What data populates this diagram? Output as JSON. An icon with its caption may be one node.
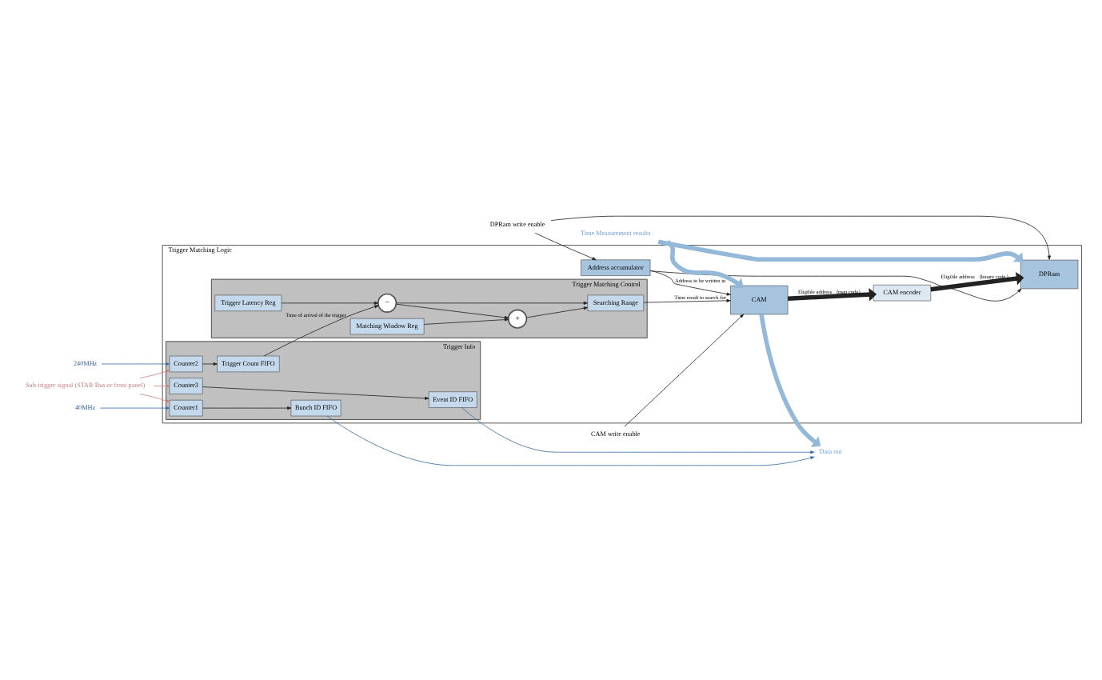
{
  "diagram": {
    "nodes": [
      {
        "text": [
          "Trigger Matching Logic"
        ]
      },
      {
        "text": [
          "Address accumulator"
        ],
        "in": 0
      },
      {
        "text": [
          "DPRam"
        ],
        "in": 0
      },
      {
        "text": [
          "Trigger Info"
        ],
        "in": 0
      },
      {
        "text": [
          "Counter1"
        ],
        "in": 3
      },
      {
        "text": [
          "Bunch ID FIFO"
        ],
        "in": 3
      },
      {
        "text": [
          "Counter2"
        ],
        "in": 3
      },
      {
        "text": [
          "Trigger Count FIFO"
        ],
        "in": 3
      },
      {
        "text": [
          "Counter3"
        ],
        "in": 3
      },
      {
        "text": [
          "Event ID FIFO"
        ],
        "in": 3
      },
      {
        "text": [
          "Trigger Matching Control"
        ],
        "in": 0
      },
      {
        "text": [
          "Searching Range"
        ],
        "in": 10
      },
      {
        "text": [
          "+"
        ],
        "in": 10
      },
      {
        "text": [
          "−"
        ],
        "in": 10
      },
      {
        "text": [
          "Matching Window Reg"
        ],
        "in": 10
      },
      {
        "text": [
          "Trigger Latency Reg"
        ],
        "in": 10
      },
      {
        "text": [
          "CAM encoder"
        ],
        "in": 0
      },
      {
        "text": [
          "CAM"
        ],
        "in": 0
      },
      {
        "text": [
          "DPRam write enable"
        ]
      },
      {
        "text": [
          "CAM write enable"
        ]
      },
      {
        "text": [
          "Time Measurement results"
        ]
      },
      {
        "text": [
          "40MHz"
        ]
      },
      {
        "text": [
          "240MHz"
        ]
      },
      {
        "text": [
          "Sub-trigger signal (STAR Bus or front panel)"
        ]
      },
      {
        "text": [
          "Data out"
        ]
      }
    ],
    "edges": [
      {
        "from": 18,
        "to": 1,
        "arrow": "to"
      },
      {
        "from": 18,
        "to": 2,
        "arrow": "to"
      },
      {
        "from": 19,
        "to": 17,
        "arrow": "to"
      },
      {
        "from": 20,
        "to": 2,
        "arrow": "to",
        "style": "thick",
        "color": "#94b8d8"
      },
      {
        "from": 20,
        "to": 17,
        "arrow": "to",
        "style": "thick",
        "color": "#94b8d8"
      },
      {
        "from": 1,
        "to": 2,
        "arrow": "to"
      },
      {
        "from": 1,
        "to": 17,
        "arrow": "to",
        "label": "Address to be written in"
      },
      {
        "from": 21,
        "to": 4,
        "arrow": "to",
        "color": "#3a6ea5"
      },
      {
        "from": 22,
        "to": 6,
        "arrow": "to",
        "color": "#3a6ea5"
      },
      {
        "from": 23,
        "to": 4,
        "arrow": "to",
        "color": "#c98080"
      },
      {
        "from": 23,
        "to": 6,
        "arrow": "to",
        "color": "#c98080"
      },
      {
        "from": 23,
        "to": 8,
        "arrow": "to",
        "color": "#c98080"
      },
      {
        "from": 4,
        "to": 5,
        "arrow": "to"
      },
      {
        "from": 6,
        "to": 7,
        "arrow": "to"
      },
      {
        "from": 8,
        "to": 9,
        "arrow": "to"
      },
      {
        "from": 5,
        "to": 24,
        "arrow": "to",
        "color": "#3a6ea5"
      },
      {
        "from": 9,
        "to": 24,
        "arrow": "to",
        "color": "#3a6ea5"
      },
      {
        "from": 7,
        "to": 13,
        "arrow": "to",
        "label": "Time of arrival of the trigger"
      },
      {
        "from": 15,
        "to": 13,
        "arrow": "to"
      },
      {
        "from": 13,
        "to": 12,
        "arrow": "to"
      },
      {
        "from": 13,
        "to": 11,
        "arrow": "to"
      },
      {
        "from": 14,
        "to": 12,
        "arrow": "to"
      },
      {
        "from": 12,
        "to": 11,
        "arrow": "to"
      },
      {
        "from": 11,
        "to": 17,
        "arrow": "to",
        "label": "Time result to search for"
      },
      {
        "from": 17,
        "to": 16,
        "arrow": "to",
        "style": "thick",
        "label": "Eligible address （map code）"
      },
      {
        "from": 16,
        "to": 2,
        "arrow": "to",
        "style": "thick",
        "label": "Eligible address （binary code）"
      },
      {
        "from": 17,
        "to": 24,
        "arrow": "to",
        "style": "thick",
        "color": "#94b8d8"
      }
    ]
  }
}
